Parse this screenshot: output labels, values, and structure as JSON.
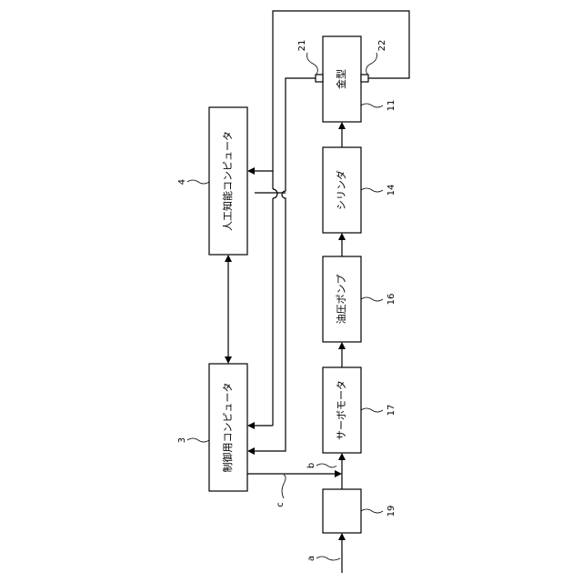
{
  "blocks": {
    "mold": "金型",
    "cylinder": "シリンダ",
    "hydraulic_pump": "油圧ポンプ",
    "servo_motor": "サーボモータ",
    "block_19": "",
    "ai_computer": "人工知能コンピュータ",
    "control_computer": "制御用コンピュータ"
  },
  "reference_numbers": {
    "ai_computer": "4",
    "control_computer": "3",
    "mold": "11",
    "cylinder": "14",
    "hydraulic_pump": "16",
    "servo_motor": "17",
    "block_19": "19",
    "sensor_21": "21",
    "sensor_22": "22"
  },
  "signals": {
    "a": "a",
    "b": "b",
    "c": "c"
  }
}
